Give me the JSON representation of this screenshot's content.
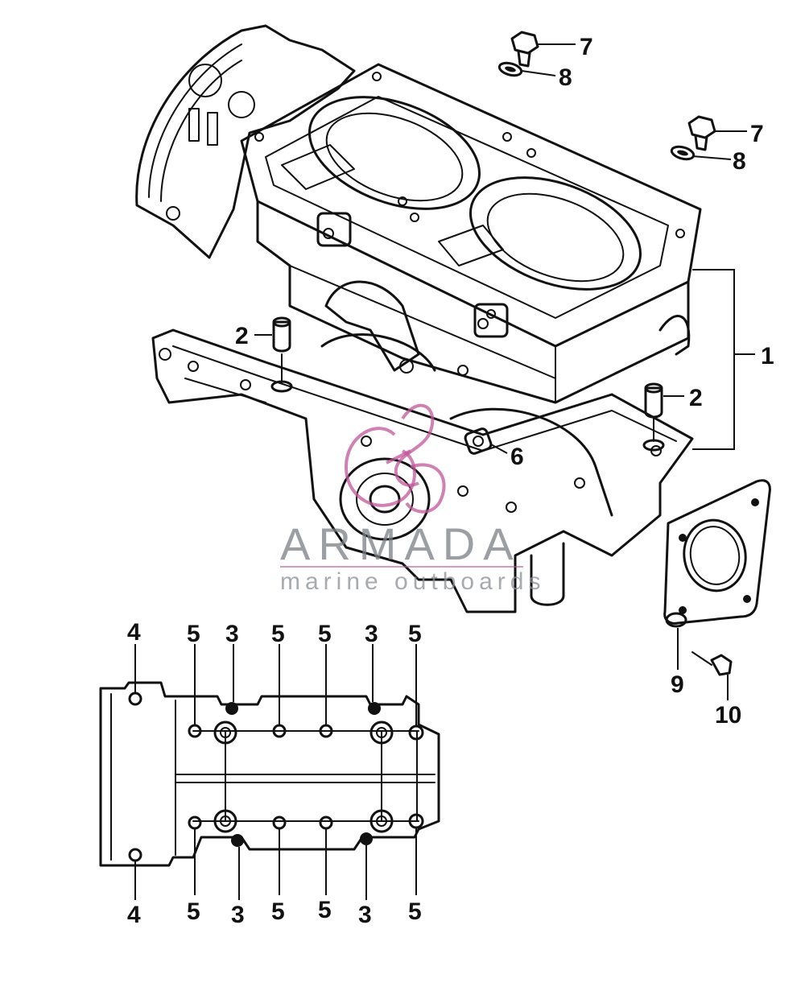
{
  "callouts": {
    "c7a": "7",
    "c8a": "8",
    "c7b": "7",
    "c8b": "8",
    "c1": "1",
    "c2a": "2",
    "c2b": "2",
    "c6": "6",
    "c9": "9",
    "c10": "10",
    "t4": "4",
    "t5a": "5",
    "t3a": "3",
    "t5b": "5",
    "t5c": "5",
    "t3b": "3",
    "t5d": "5",
    "b4": "4",
    "b5a": "5",
    "b3a": "3",
    "b5b": "5",
    "b5c": "5",
    "b3b": "3",
    "b5d": "5"
  },
  "watermark": {
    "title": "ARMADA",
    "subtitle": "marine outboards",
    "color": "#c2559a"
  }
}
